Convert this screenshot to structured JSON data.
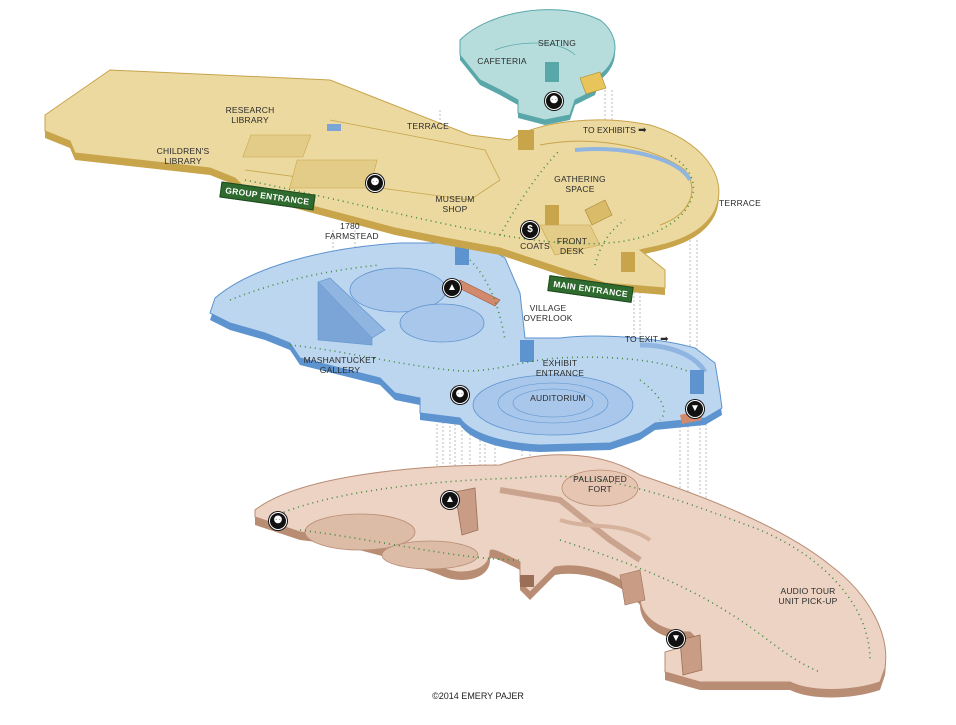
{
  "credit": "©2014 EMERY PAJER",
  "colors": {
    "upper_level": "#ecd9a0",
    "upper_edge": "#c8a44a",
    "cafeteria_level": "#b7dcdc",
    "cafeteria_edge": "#5aa7a9",
    "middle_level": "#bdd6ef",
    "middle_edge": "#5d93cf",
    "lower_level": "#ecd3c3",
    "lower_edge": "#b98c74",
    "path_dots": "#3f8a3f",
    "entrance_tag": "#2f6b2f"
  },
  "labels": {
    "seating": "SEATING",
    "cafeteria": "CAFETERIA",
    "research_library": "RESEARCH\nLIBRARY",
    "terrace_top": "TERRACE",
    "childrens_library": "CHILDREN'S\nLIBRARY",
    "to_exhibits": "TO EXHIBITS",
    "gathering_space": "GATHERING\nSPACE",
    "terrace_right": "TERRACE",
    "museum_shop": "MUSEUM\nSHOP",
    "coats": "COATS",
    "front_desk": "FRONT\nDESK",
    "farmstead": "1780\nFARMSTEAD",
    "village_overlook": "VILLAGE\nOVERLOOK",
    "mashantucket_gallery": "MASHANTUCKET\nGALLERY",
    "to_exit": "TO EXIT",
    "exhibit_entrance": "EXHIBIT\nENTRANCE",
    "auditorium": "AUDITORIUM",
    "pallisaded_fort": "PALLISADED\nFORT",
    "audio_tour": "AUDIO TOUR\nUNIT PICK-UP"
  },
  "entrances": {
    "group": "GROUP ENTRANCE",
    "main": "MAIN ENTRANCE"
  },
  "icons": {
    "restroom": "restroom-icon",
    "elevator": "elevator-icon",
    "coat_check": "dollar-icon",
    "up_arrow": "up-arrow-icon",
    "down_arrow": "down-arrow-icon",
    "stairs": "stairs-icon"
  }
}
